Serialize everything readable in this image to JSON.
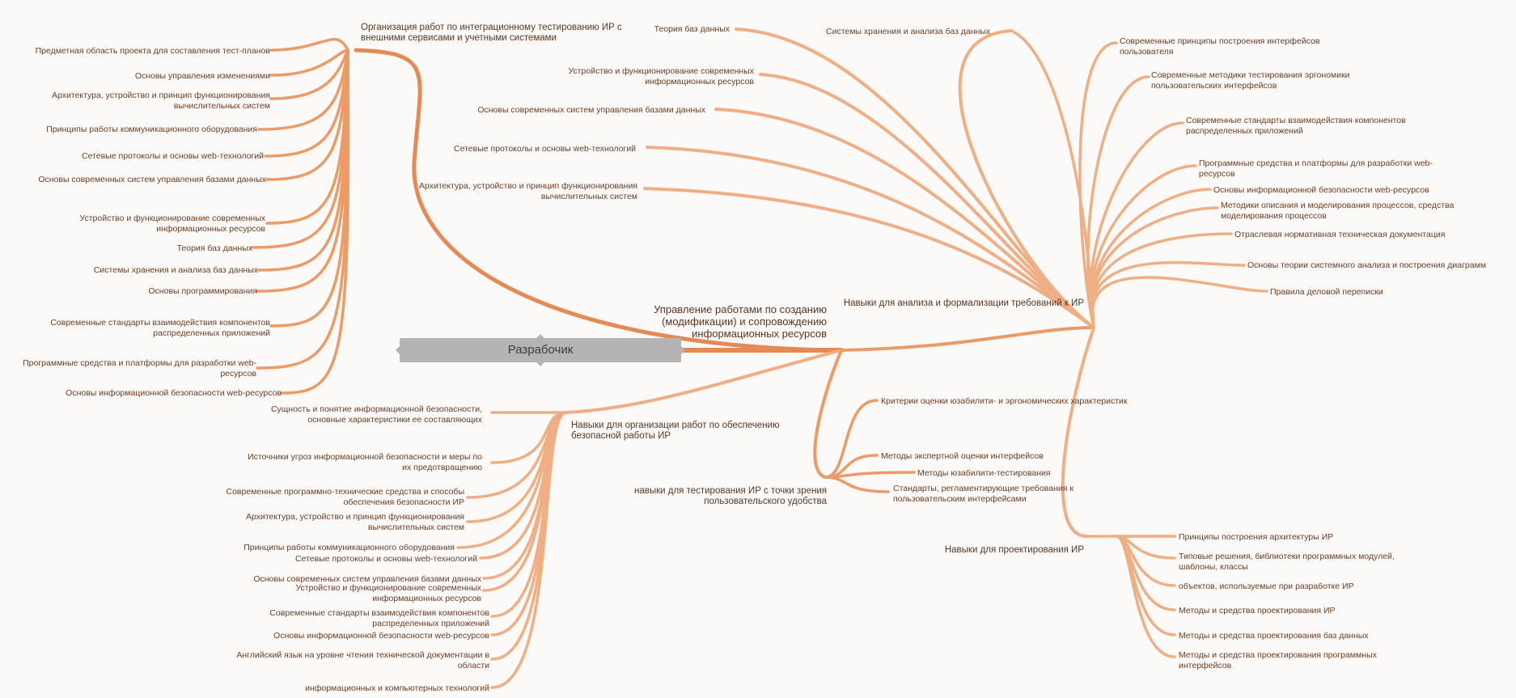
{
  "central": {
    "label": "Разрабочик"
  },
  "colors": {
    "dark": "#e58a55",
    "mid": "#ec9a66",
    "light": "#f0ae85",
    "label": "#6b3d22",
    "central_fill": "#b4b4b4"
  },
  "branches": {
    "b1": {
      "title": "Организация работ по интеграционному тестированию ИР с внешними сервисами и учетными системами",
      "items": [
        "Предметная область проекта для составления тест-планов",
        "Основы управления изменениями",
        "Архитектура, устройство и принцип функционирования вычислительных систем",
        "Принципы работы коммуникационного оборудования",
        "Сетевые протоколы и основы web-технологий",
        "Основы современных систем управления базами данных",
        "Устройство и функционирование современных информационных ресурсов",
        "Теория баз данных",
        "Системы хранения и анализа баз данных",
        "Основы программирования",
        "Современные стандарты взаимодействия компонентов распределенных приложений",
        "Программные средства и платформы для разработки web-ресурсов",
        "Основы информационной безопасности web-ресурсов"
      ]
    },
    "b2": {
      "title": "Управление работами по созданию (модификации) и сопровождению информационных ресурсов"
    },
    "b3": {
      "title": "Навыки для анализа и формализации требований к ИР",
      "left_items": [
        "Теория баз данных",
        "Устройство и функционирование современных информационных ресурсов",
        "Основы современных систем управления базами данных",
        "Сетевые протоколы и основы web-технологий",
        "Архитектура, устройство и принцип функционирования вычислительных систем",
        "Системы хранения и анализа баз данных"
      ],
      "right_items": [
        "Современные принципы построения интерфейсов пользователя",
        "Современные методики тестирования эргономики пользовательских интерфейсов",
        "Современные стандарты взаимодействия компонентов распределенных приложений",
        "Программные средства и платформы для разработки web-ресурсов",
        "Основы информационной безопасности web-ресурсов",
        "Методики описания и моделирования процессов, средства моделирования процессов",
        "Отраслевая нормативная техническая документация",
        "Основы теории системного анализа и построения диаграмм",
        "Правила деловой переписки"
      ]
    },
    "b4": {
      "title": "Навыки для организации работ по обеспечению безопасной работы ИР",
      "items": [
        "Сущность и понятие информационной безопасности, основные характеристики ее составляющих",
        "Источники угроз информационной безопасности и меры по их предотвращению",
        "Современные программно-технические средства и способы обеспечения безопасности ИР",
        "Архитектура, устройство и принцип функционирования вычислительных систем",
        "Принципы работы коммуникационного оборудования",
        "Сетевые протоколы и основы web-технологий",
        "Основы современных систем управления базами данных",
        "Устройство и функционирование современных информационных ресурсов",
        "Современные стандарты взаимодействия компонентов распределенных приложений",
        "Основы информационной безопасности web-ресурсов",
        "Английский язык на уровне чтения технической документации в области",
        "информационных и компьютерных технологий"
      ]
    },
    "b5": {
      "title": "навыки для тестирования ИР с точки зрения пользовательского удобства",
      "items": [
        "Критерии оценки юзабилити- и эргономических характеристик",
        "Методы экспертной оценки интерфейсов",
        "Методы юзабилити-тестирования",
        "Стандарты, регламентирующие требования к пользовательским интерфейсами"
      ]
    },
    "b6": {
      "title": "Навыки для проектирования ИР",
      "items": [
        "Принципы построения архитектуры ИР",
        "Типовые решения, библиотеки программных модулей, шаблоны, классы",
        "объектов, используемые при разработке ИР",
        "Методы и средства проектирования ИР",
        "Методы и средства проектирования баз данных",
        "Методы и средства проектирования программных интерфейсов"
      ]
    }
  }
}
